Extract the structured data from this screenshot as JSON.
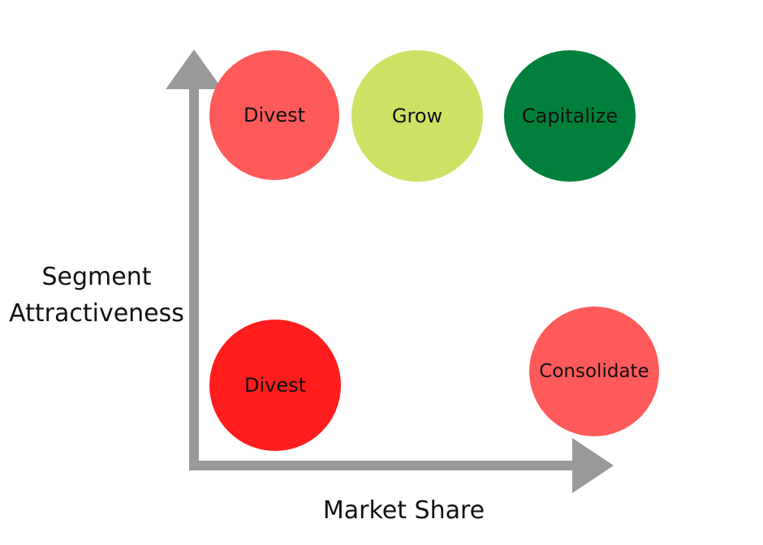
{
  "axes": {
    "y_label_line1": "Segment",
    "y_label_line2": "Attractiveness",
    "x_label": "Market Share",
    "color": "#999999"
  },
  "circles": [
    {
      "id": "divest-top",
      "label": "Divest",
      "color": "#ff5a5a"
    },
    {
      "id": "grow",
      "label": "Grow",
      "color": "#cde265"
    },
    {
      "id": "capitalize",
      "label": "Capitalize",
      "color": "#00803a"
    },
    {
      "id": "divest-bottom",
      "label": "Divest",
      "color": "#ff1c1c"
    },
    {
      "id": "consolidate",
      "label": "Consolidate",
      "color": "#ff5a5a"
    }
  ]
}
